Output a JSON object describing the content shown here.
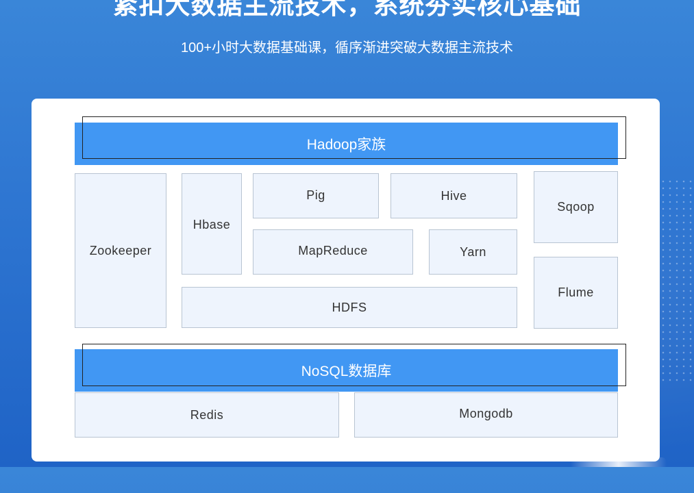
{
  "header": {
    "title": "紧扣大数据主流技术，系统夯实核心基础",
    "subtitle": "100+小时大数据基础课，循序渐进突破大数据主流技术"
  },
  "hadoop": {
    "band_label": "Hadoop家族",
    "components": {
      "zookeeper": "Zookeeper",
      "hbase": "Hbase",
      "pig": "Pig",
      "hive": "Hive",
      "sqoop": "Sqoop",
      "mapreduce": "MapReduce",
      "yarn": "Yarn",
      "flume": "Flume",
      "hdfs": "HDFS"
    }
  },
  "nosql": {
    "band_label": "NoSQL数据库",
    "components": {
      "redis": "Redis",
      "mongodb": "Mongodb"
    }
  },
  "colors": {
    "band": "#4197f3",
    "box_fill": "#eef4fd",
    "box_border": "#b8c4d2",
    "background": "#2f77d2"
  }
}
